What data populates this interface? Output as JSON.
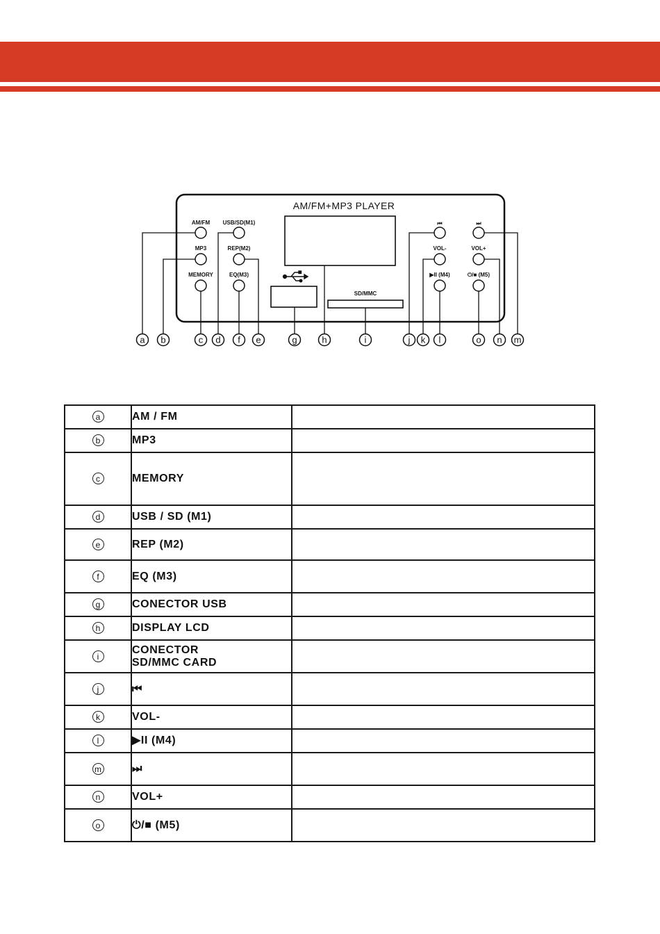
{
  "colors": {
    "band": "#d63b25"
  },
  "panel": {
    "title": "AM/FM+MP3 PLAYER",
    "buttons": {
      "amfm": "AM/FM",
      "usbsd": "USB/SD(M1)",
      "mp3": "MP3",
      "rep": "REP(M2)",
      "memory": "MEMORY",
      "eq": "EQ(M3)",
      "prev": "⏮",
      "next": "⏭",
      "volminus": "VOL-",
      "volplus": "VOL+",
      "playpause": "▶II (M4)",
      "powerstop": "⏻/■ (M5)"
    },
    "slot_label": "SD/MMC",
    "callouts": [
      "a",
      "b",
      "c",
      "d",
      "f",
      "e",
      "g",
      "h",
      "i",
      "j",
      "k",
      "l",
      "o",
      "n",
      "m"
    ]
  },
  "table": {
    "rows": [
      {
        "letter": "a",
        "name": "AM / FM",
        "desc": ""
      },
      {
        "letter": "b",
        "name": "MP3",
        "desc": ""
      },
      {
        "letter": "c",
        "name": "MEMORY",
        "desc": ""
      },
      {
        "letter": "d",
        "name": "USB / SD (M1)",
        "desc": ""
      },
      {
        "letter": "e",
        "name": "REP (M2)",
        "desc": ""
      },
      {
        "letter": "f",
        "name": "EQ (M3)",
        "desc": ""
      },
      {
        "letter": "g",
        "name": "CONECTOR  USB",
        "desc": ""
      },
      {
        "letter": "h",
        "name": "DISPLAY  LCD",
        "desc": ""
      },
      {
        "letter": "i",
        "name": "CONECTOR SD/MMC CARD",
        "desc": ""
      },
      {
        "letter": "j",
        "name": "⏮",
        "desc": ""
      },
      {
        "letter": "k",
        "name": "VOL-",
        "desc": ""
      },
      {
        "letter": "l",
        "name": "▶II (M4)",
        "desc": ""
      },
      {
        "letter": "m",
        "name": "⏭",
        "desc": ""
      },
      {
        "letter": "n",
        "name": "VOL+",
        "desc": ""
      },
      {
        "letter": "o",
        "name": "⏻/■ (M5)",
        "desc": ""
      }
    ]
  }
}
